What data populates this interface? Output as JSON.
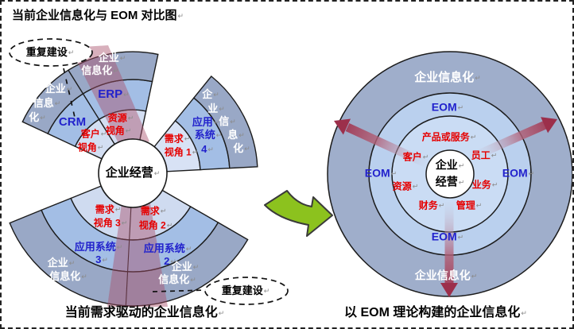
{
  "page": {
    "title": "当前企业信息化与 EOM 对比图"
  },
  "marks": {
    "pilcrow": "↵"
  },
  "callouts": {
    "duplicate_top": "重复建设",
    "duplicate_bottom": "重复建设"
  },
  "left_diagram": {
    "caption": "当前需求驱动的企业信息化",
    "center": "企业经营",
    "fan_upper_left": {
      "wedge_crm": {
        "outer_lines": [
          "企业",
          "信息",
          "化"
        ],
        "middle": "CRM",
        "inner_lines": [
          "客户",
          "视角"
        ]
      },
      "wedge_erp": {
        "outer_lines": [
          "企业",
          "信息化"
        ],
        "middle": "ERP",
        "inner_lines": [
          "资源",
          "视角"
        ]
      }
    },
    "fan_upper_right": {
      "wedge_1": {
        "outer_chars": [
          "企",
          "业",
          "信",
          "息",
          "化"
        ],
        "middle_lines": [
          "应用",
          "系统",
          "4"
        ],
        "inner_lines": [
          "需求",
          "视角 1"
        ]
      }
    },
    "fan_bottom": {
      "wedge_3": {
        "outer_lines": [
          "企业",
          "信息化"
        ],
        "middle_lines": [
          "应用系统",
          "3"
        ],
        "inner_lines": [
          "需求",
          "视角 3"
        ]
      },
      "wedge_2": {
        "outer_lines": [
          "企业",
          "信息化"
        ],
        "middle_lines": [
          "应用系统",
          "2"
        ],
        "inner_lines": [
          "需求",
          "视角 2"
        ]
      }
    }
  },
  "right_diagram": {
    "caption": "以 EOM 理论构建的企业信息化",
    "outer_ring_top": "企业信息化",
    "outer_ring_bottom": "企业信息化",
    "eom_top": "EOM",
    "eom_left": "EOM",
    "eom_right": "EOM",
    "eom_bottom": "EOM",
    "center_lines": [
      "企业",
      "经营"
    ],
    "labels": {
      "product": "产品或服务",
      "customer": "客户",
      "employee": "员工",
      "resource": "资源",
      "business": "业务",
      "finance": "财务",
      "management": "管理"
    }
  },
  "colors": {
    "fan_ring_outer": "#99A8C6",
    "fan_ring_middle": "#A3BEE5",
    "fan_ring_inner": "#D3DEF2",
    "right_ring_outer": "#9FAECB",
    "right_ring_eom": "#BAD0EE",
    "right_ring_labels": "#CADCF4",
    "text_blue": "#2222CC",
    "text_red": "#E60000",
    "text_white": "#FFFFFF",
    "overlay_rose": "#A8506A",
    "arrow_dark_red": "#9C2F4B",
    "green_arrow": "#8CC21E"
  }
}
